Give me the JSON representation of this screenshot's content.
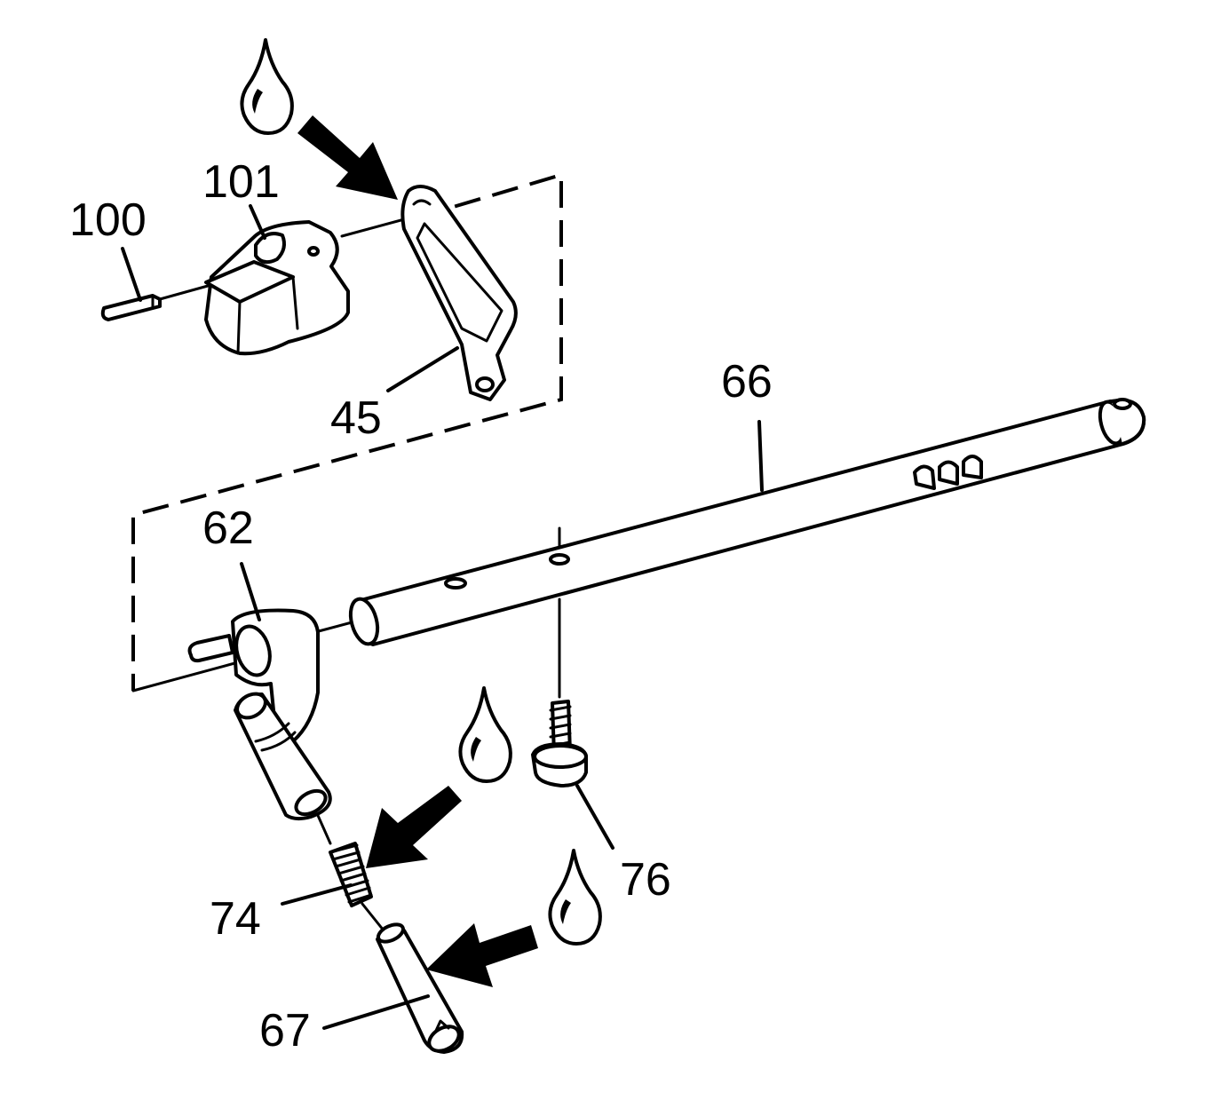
{
  "diagram": {
    "callouts": {
      "c100": "100",
      "c101": "101",
      "c45": "45",
      "c66": "66",
      "c62": "62",
      "c76": "76",
      "c74": "74",
      "c67": "67"
    },
    "colors": {
      "ink": "#000000",
      "paper": "#ffffff"
    },
    "icons": [
      "lubricant-drop-icon",
      "apply-arrow-icon"
    ]
  }
}
